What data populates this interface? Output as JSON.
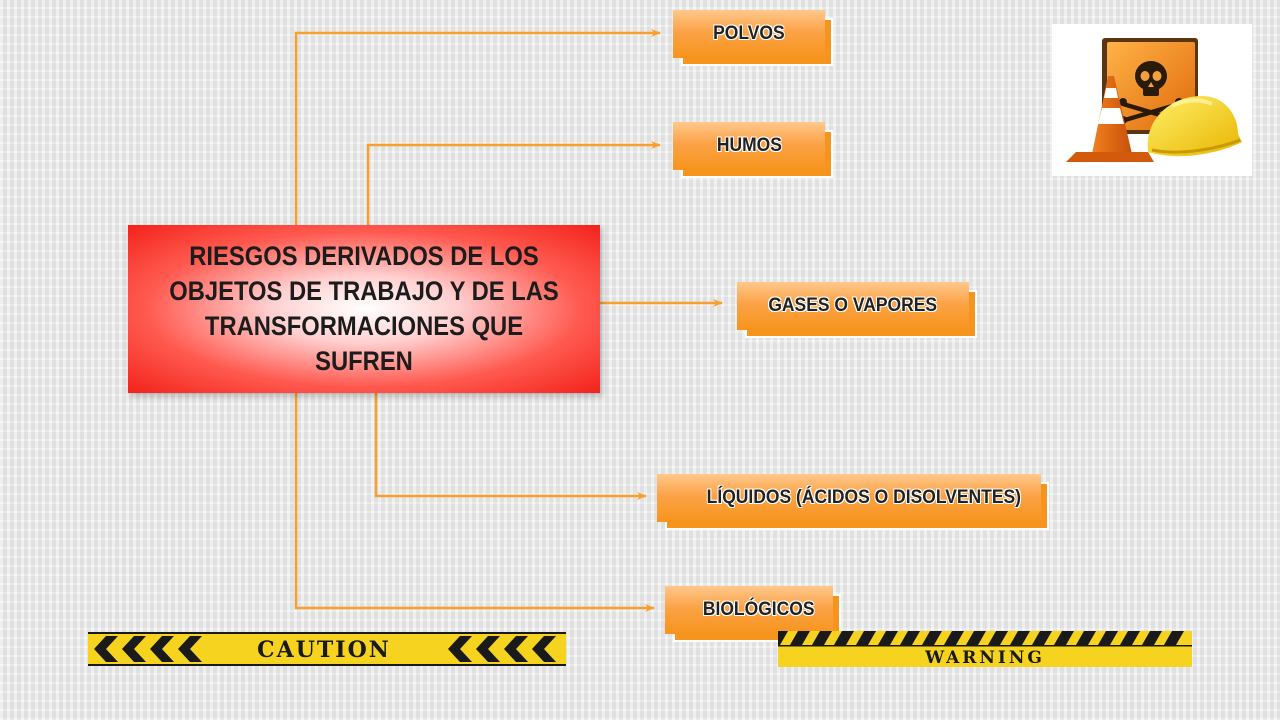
{
  "main_title": "RIESGOS DERIVADOS DE LOS\nOBJETOS DE TRABAJO Y DE LAS\nTRANSFORMACIONES QUE SUFREN",
  "branches": [
    {
      "id": "polvos",
      "label": "POLVOS"
    },
    {
      "id": "humos",
      "label": "HUMOS"
    },
    {
      "id": "gases",
      "label": "GASES O VAPORES"
    },
    {
      "id": "liquidos",
      "label": "LÍQUIDOS (ÁCIDOS O DISOLVENTES)"
    },
    {
      "id": "biologicos",
      "label": "BIOLÓGICOS"
    }
  ],
  "caution_tape": {
    "label": "CAUTION"
  },
  "warning_tape": {
    "label": "WARNING"
  },
  "icon": "hazard-safety-icon",
  "colors": {
    "main_box": "#f2221a",
    "tag": "#f7941d",
    "connector": "#f7a030",
    "tape_yellow": "#f5d31e",
    "tape_black": "#1a1a1a"
  }
}
